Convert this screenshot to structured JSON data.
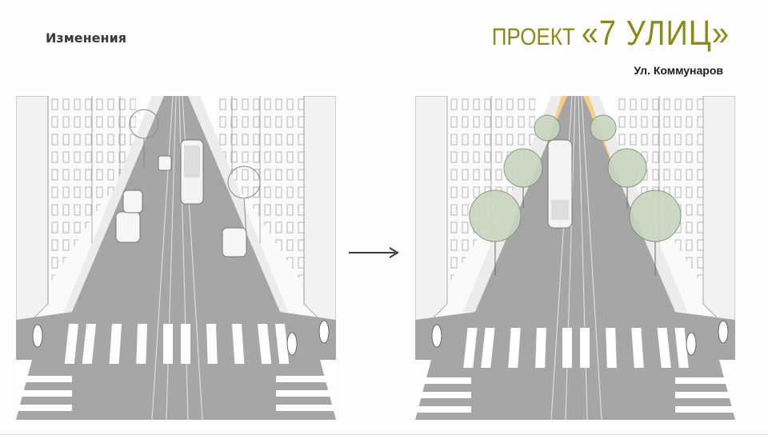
{
  "slide": {
    "section_title": "Изменения",
    "brand": {
      "word": "ПРОЕКТ",
      "name": "«7 УЛИЦ»",
      "color": "#8a8a1a"
    },
    "street": "Ул. Коммунаров"
  },
  "panels": [
    {
      "id": "before",
      "state": "current street",
      "planting_strips": false
    },
    {
      "id": "after",
      "state": "proposed street",
      "planting_strips": true,
      "accent_color": "#f5cf86"
    }
  ],
  "icons": [
    "arrow-right-icon"
  ]
}
